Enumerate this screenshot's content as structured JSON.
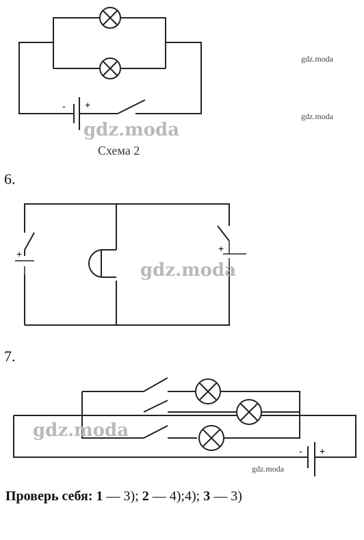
{
  "diagram1": {
    "caption": "Схема 2",
    "minus": "-",
    "plus": "+"
  },
  "diagram2": {
    "number": "6.",
    "plus_left": "+",
    "plus_right": "+"
  },
  "diagram3": {
    "number": "7.",
    "minus": "-",
    "plus": "+"
  },
  "watermarks": {
    "big": "gdz.moda",
    "small": "gdz.moda"
  },
  "answer": {
    "prefix": "Проверь себя:",
    "n1": "1",
    "a1": " — 3); ",
    "n2": "2",
    "a2": " — 4);4); ",
    "n3": "3",
    "a3": " — 3)"
  }
}
